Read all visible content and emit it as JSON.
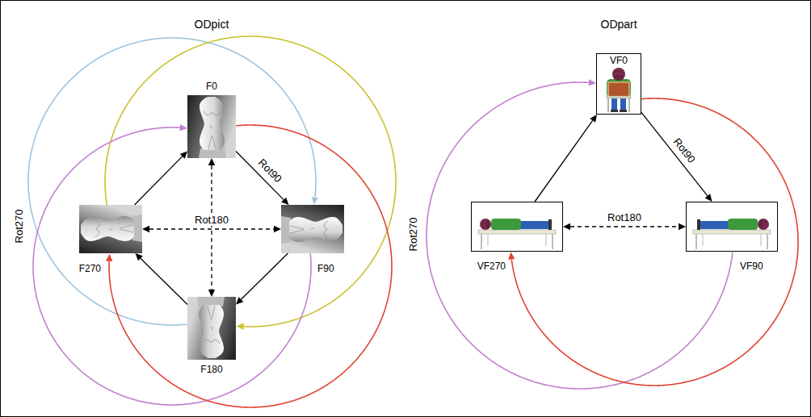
{
  "diagram": {
    "nodes": [
      {
        "text": [
          "F0"
        ]
      },
      {
        "text": [
          "F90"
        ]
      },
      {
        "text": [
          "F180"
        ]
      },
      {
        "text": [
          "F270"
        ]
      },
      {
        "text": [
          "VF0"
        ]
      },
      {
        "text": [
          "VF90"
        ]
      },
      {
        "text": [
          "VF270"
        ]
      }
    ],
    "edges": [
      {
        "from": 0,
        "to": 1,
        "arrow": "to",
        "label": "Rot90"
      },
      {
        "from": 1,
        "to": 2,
        "arrow": "to"
      },
      {
        "from": 2,
        "to": 3,
        "arrow": "to"
      },
      {
        "from": 3,
        "to": 0,
        "arrow": "to"
      },
      {
        "from": 0,
        "to": 2,
        "arrow": "both"
      },
      {
        "from": 3,
        "to": 1,
        "arrow": "both",
        "label": "Rot180"
      },
      {
        "from": 2,
        "to": 1,
        "arrow": "to"
      },
      {
        "from": 3,
        "to": 2,
        "arrow": "to"
      },
      {
        "from": 1,
        "to": 0,
        "arrow": "to"
      },
      {
        "from": 0,
        "to": 3,
        "arrow": "to"
      },
      {
        "from": 4,
        "to": 5,
        "arrow": "to",
        "label": "Rot90"
      },
      {
        "from": 6,
        "to": 4,
        "arrow": "to"
      },
      {
        "from": 6,
        "to": 5,
        "arrow": "both",
        "label": "Rot180"
      },
      {
        "from": 5,
        "to": 4,
        "arrow": "to"
      },
      {
        "from": 4,
        "to": 6,
        "arrow": "to"
      }
    ],
    "labels": [
      "ODpict",
      "ODpart",
      "Rot270",
      "Rot270"
    ]
  }
}
